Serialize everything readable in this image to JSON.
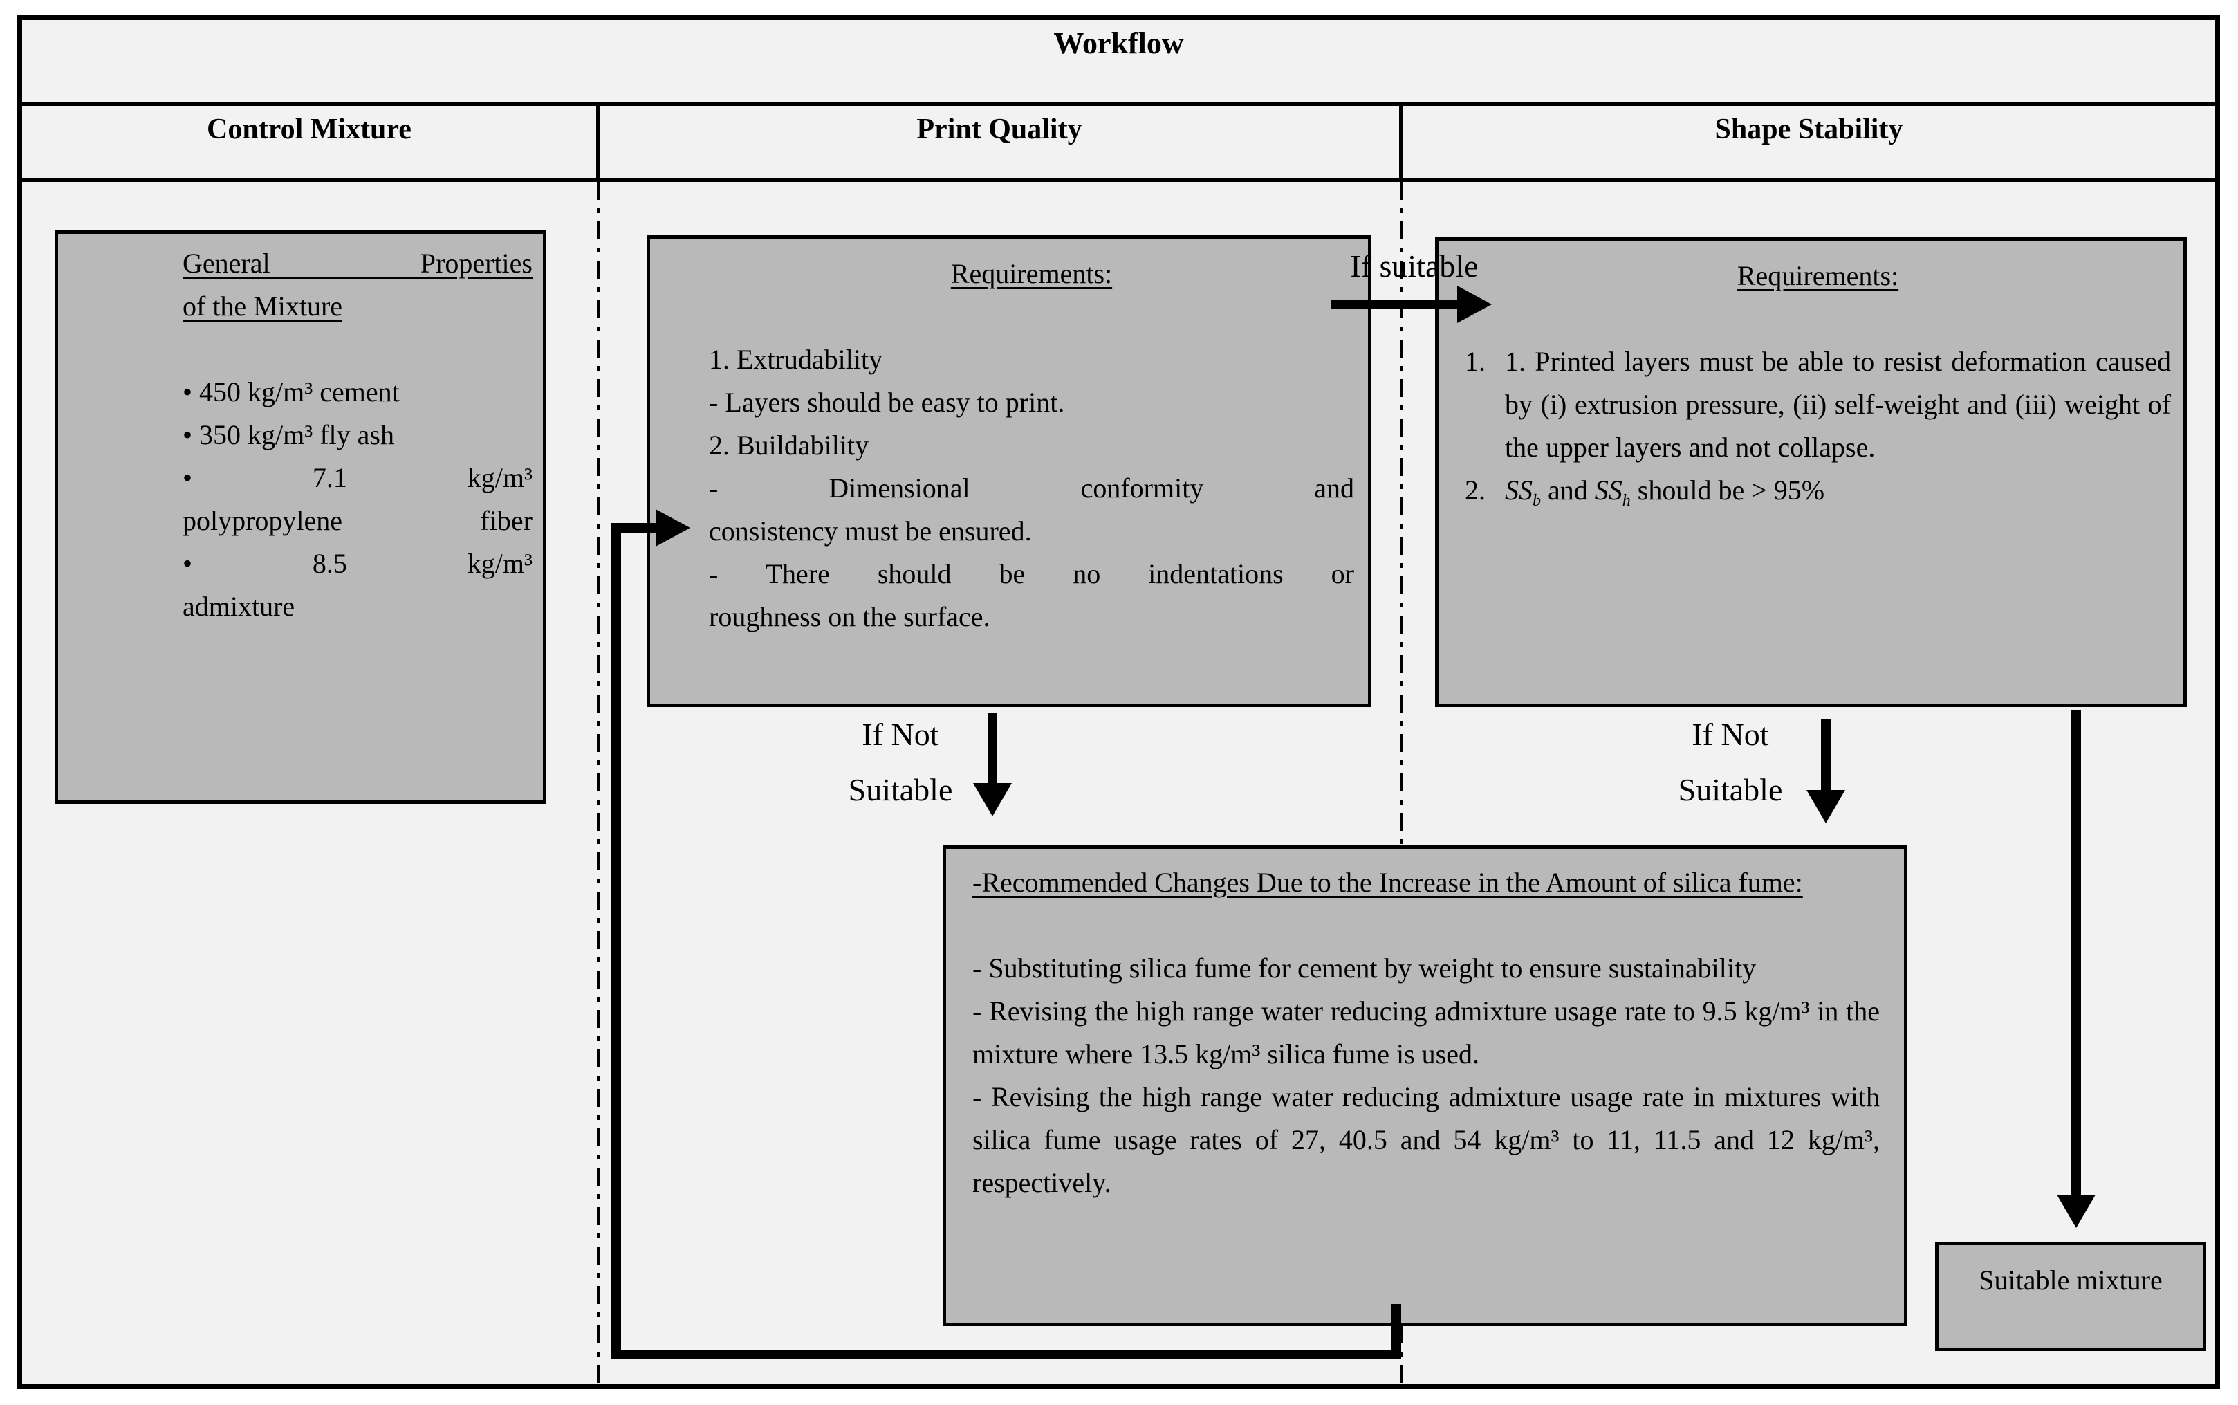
{
  "diagram": {
    "title": "Workflow",
    "columns": [
      "Control Mixture",
      "Print Quality",
      "Shape Stability"
    ],
    "colors": {
      "box_fill": "#b9b9b9",
      "canvas": "#f2f2f2",
      "line": "#000000"
    },
    "labels": {
      "if_suitable": "If suitable",
      "if_not_line1": "If Not",
      "if_not_line2": "Suitable"
    },
    "boxes": {
      "general_properties": {
        "lines": [
          {
            "t": "General Properties",
            "cls": "u jl"
          },
          {
            "t": "of the Mixture",
            "cls": "u"
          },
          {
            "cls": "blank"
          },
          {
            "t": "• 450 kg/m³ cement"
          },
          {
            "t": "• 350 kg/m³ fly ash"
          },
          {
            "t": "• 7.1 kg/m³",
            "cls": "jl"
          },
          {
            "t": "polypropylene fiber",
            "cls": "jl"
          },
          {
            "t": "• 8.5 kg/m³",
            "cls": "jl"
          },
          {
            "t": "admixture"
          }
        ]
      },
      "print_quality_requirements": {
        "lines": [
          {
            "t": "Requirements:",
            "cls": "u ctr"
          },
          {
            "cls": "blank"
          },
          {
            "t": "1. Extrudability"
          },
          {
            "t": "- Layers should be easy to print."
          },
          {
            "t": "2. Buildability"
          },
          {
            "t": "- Dimensional conformity and",
            "cls": "jl"
          },
          {
            "t": "consistency must be ensured."
          },
          {
            "t": "- There should be no indentations or",
            "cls": "jl"
          },
          {
            "t": "roughness on the surface."
          }
        ]
      },
      "shape_stability_requirements": {
        "lines": [
          {
            "t": "Requirements:",
            "cls": "u ctr"
          },
          {
            "cls": "blank"
          },
          {
            "marker": "1.",
            "t": "1. Printed layers must be able to resist deformation caused by (i) extrusion pressure, (ii) self-weight and (iii) weight of the upper layers and not collapse."
          },
          {
            "marker": "2.",
            "segs": [
              {
                "t": "SS",
                "i": true
              },
              {
                "t": "b",
                "sub": true
              },
              {
                "t": " and "
              },
              {
                "t": "SS",
                "i": true
              },
              {
                "t": "h",
                "sub": true
              },
              {
                "t": " should be > 95%"
              }
            ]
          }
        ]
      },
      "recommended_changes": {
        "lines": [
          {
            "t": "-Recommended Changes Due to the Increase in the Amount of silica fume:",
            "cls": "u just"
          },
          {
            "cls": "blank"
          },
          {
            "t": "- Substituting silica fume for cement by weight to ensure sustainability",
            "cls": "just"
          },
          {
            "t": "- Revising the high range water reducing admixture usage rate to 9.5 kg/m³ in the mixture where 13.5 kg/m³ silica fume is used.",
            "cls": "just"
          },
          {
            "t": "- Revising the high range water reducing admixture usage rate in mixtures with silica fume usage rates of 27, 40.5 and 54 kg/m³ to 11, 11.5 and 12 kg/m³, respectively.",
            "cls": "just"
          }
        ]
      },
      "suitable_mixture": "Suitable mixture"
    }
  }
}
